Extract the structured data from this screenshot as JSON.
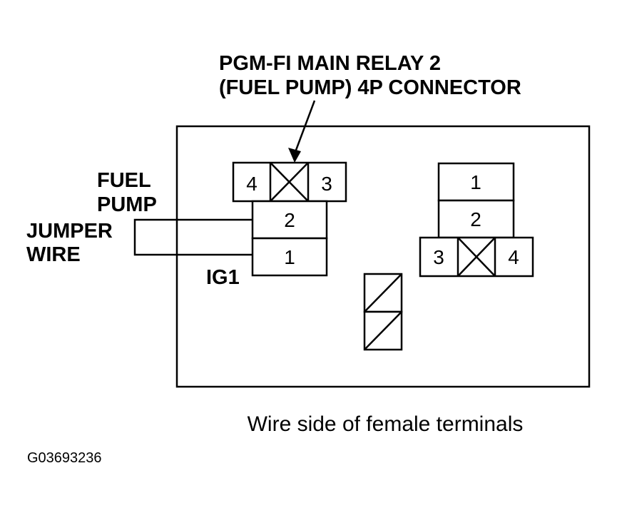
{
  "title": {
    "line1": "PGM-FI MAIN RELAY 2",
    "line2": "(FUEL PUMP) 4P CONNECTOR"
  },
  "labels": {
    "fuel": "FUEL",
    "pump": "PUMP",
    "jumper": "JUMPER",
    "wire": "WIRE",
    "ig1": "IG1"
  },
  "left_connector": {
    "top_left": "4",
    "top_right": "3",
    "middle": "2",
    "bottom": "1"
  },
  "right_connector": {
    "top": "1",
    "middle": "2",
    "bottom_left": "3",
    "bottom_right": "4"
  },
  "caption": "Wire side of female terminals",
  "figure_id": "G03693236"
}
